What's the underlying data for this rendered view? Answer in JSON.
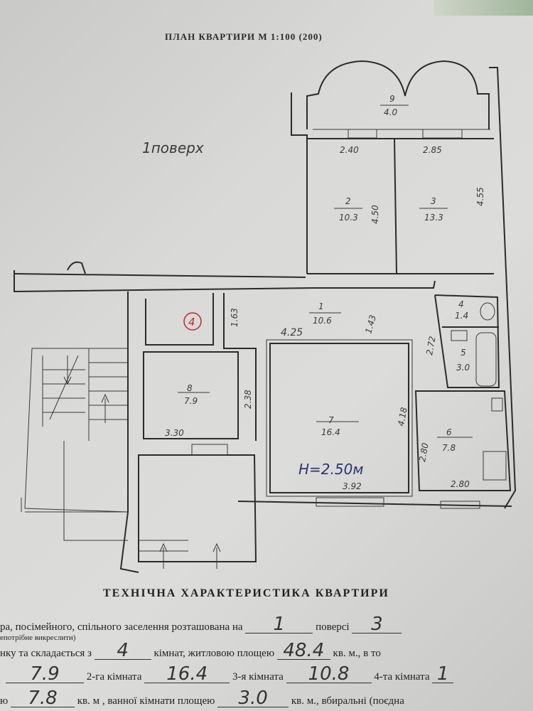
{
  "plan_title": "ПЛАН КВАРТИРИ М 1:100 (200)",
  "floor_note": "1поверх",
  "circled_mark": "4",
  "height_note": "H=2.50м",
  "rooms": [
    {
      "num": "9",
      "area": "4.0"
    },
    {
      "num": "2",
      "area": "10.3"
    },
    {
      "num": "3",
      "area": "13.3"
    },
    {
      "num": "1",
      "area": "10.6"
    },
    {
      "num": "4",
      "area": "1.4"
    },
    {
      "num": "5",
      "area": "3.0"
    },
    {
      "num": "6",
      "area": "7.8"
    },
    {
      "num": "7",
      "area": "16.4"
    },
    {
      "num": "8",
      "area": "7.9"
    }
  ],
  "dimensions": [
    "2.40",
    "2.85",
    "4.50",
    "4.55",
    "4.25",
    "1.43",
    "2.72",
    "4.18",
    "2.80",
    "3.92",
    "2.80",
    "3.30",
    "2.38",
    "1.63"
  ],
  "tech": {
    "title": "ТЕХНІЧНА ХАРАКТЕРИСТИКА КВАРТИРИ",
    "l1_a": "ра, посімейного, спільного заселення розташована на",
    "l1_floor": "1",
    "l1_b": "поверсі",
    "l1_floors": "3",
    "l2": "епотрібне викреслити)",
    "l3_a": "нку та складається з",
    "l3_rooms": "4",
    "l3_b": "кімнат, житловою площею",
    "l3_area": "48.4",
    "l3_c": "кв. м., в то",
    "l4_r1": "7.9",
    "l4_a": "2-га кімната",
    "l4_r2": "16.4",
    "l4_b": "3-я кімната",
    "l4_r3": "10.8",
    "l4_c": "4-та кімната",
    "l4_r4": "1",
    "l5_a": "ю",
    "l5_kitchen": "7.8",
    "l5_b": "кв. м , ванної кімнати площею",
    "l5_bath": "3.0",
    "l5_c": "кв. м., вбиральні (поєдна"
  }
}
